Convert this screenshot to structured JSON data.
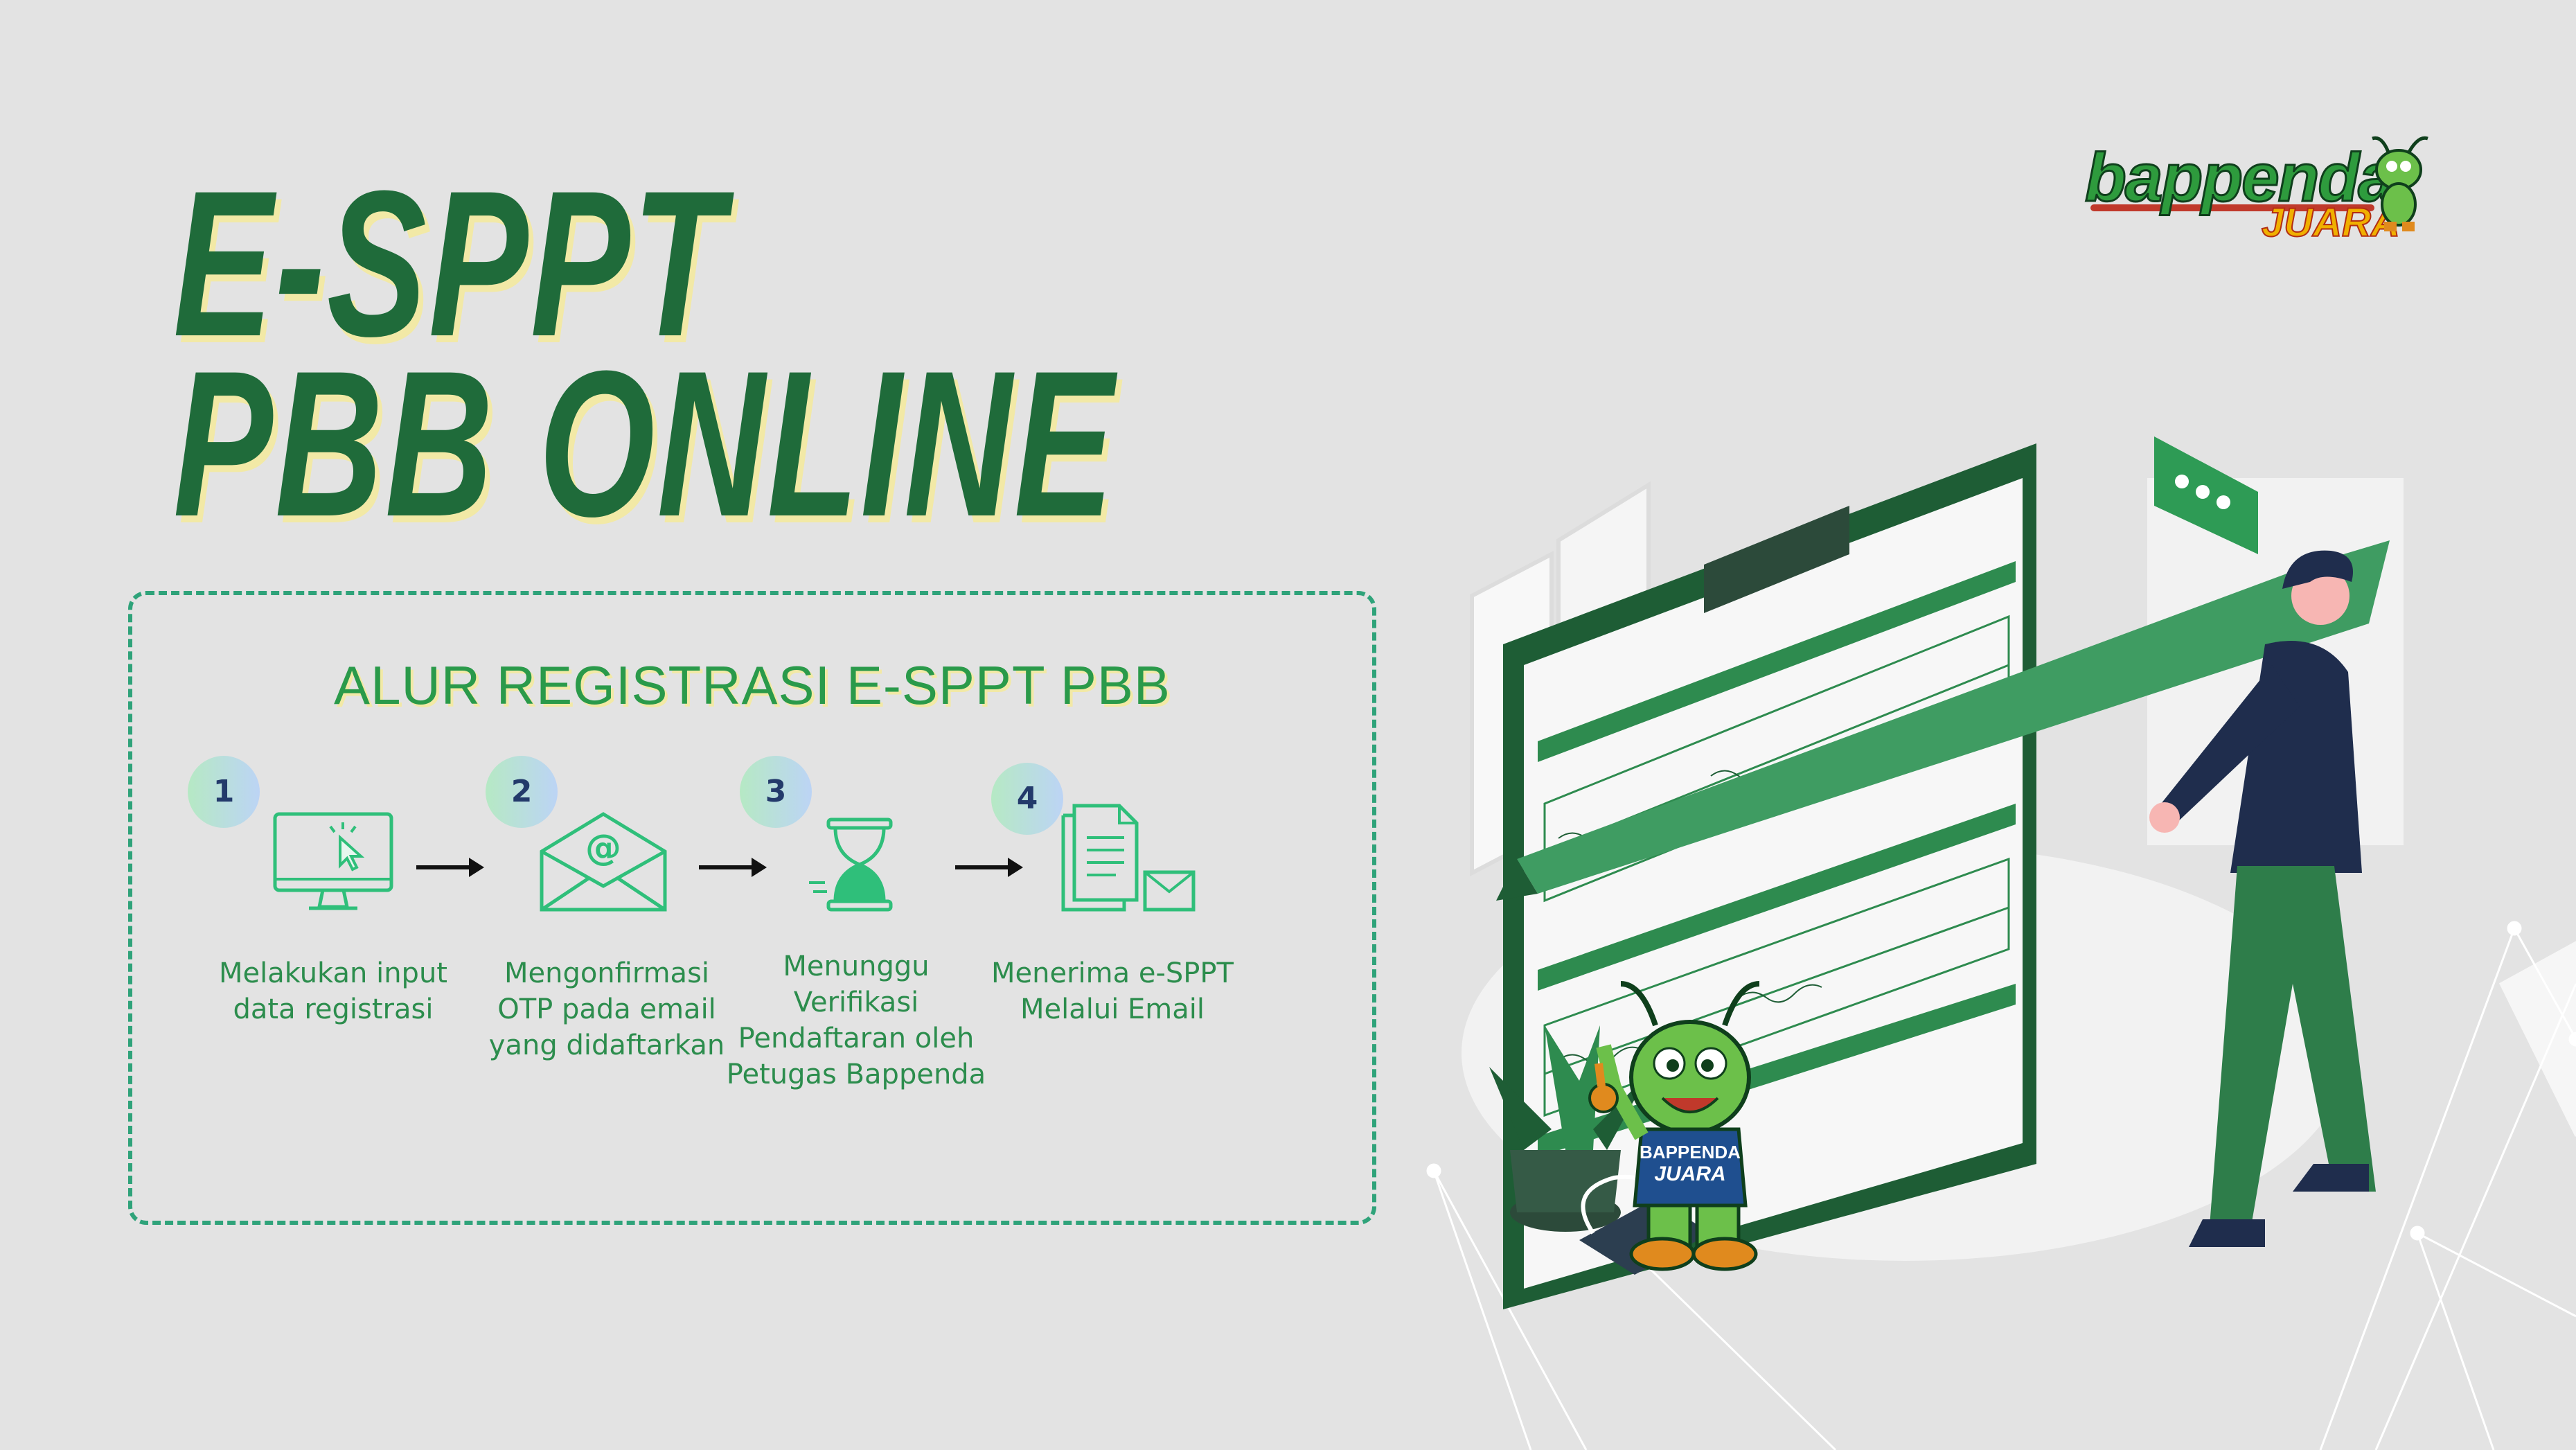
{
  "title": {
    "line1": "E-SPPT",
    "line2": "PBB ONLINE"
  },
  "logo": {
    "main": "bappenda",
    "sub": "JUARA"
  },
  "flow": {
    "heading": "ALUR REGISTRASI E-SPPT PBB",
    "steps": [
      {
        "number": "1",
        "label": "Melakukan input data registrasi",
        "icon": "computer-cursor-icon"
      },
      {
        "number": "2",
        "label": "Mengonfirmasi OTP pada email yang didaftarkan",
        "icon": "email-at-icon"
      },
      {
        "number": "3",
        "label": "Menunggu Verifikasi Pendaftaran oleh Petugas Bappenda",
        "icon": "hourglass-icon"
      },
      {
        "number": "4",
        "label": "Menerima e-SPPT Melalui Email",
        "icon": "document-email-icon"
      }
    ]
  },
  "mascot": {
    "shirt_line1": "BAPPENDA",
    "shirt_line2": "JUARA"
  },
  "colors": {
    "brand_green": "#1f6b3a",
    "accent_green": "#2a9a4a",
    "shadow_yellow": "#f2e9a6",
    "background": "#e3e3e3"
  }
}
